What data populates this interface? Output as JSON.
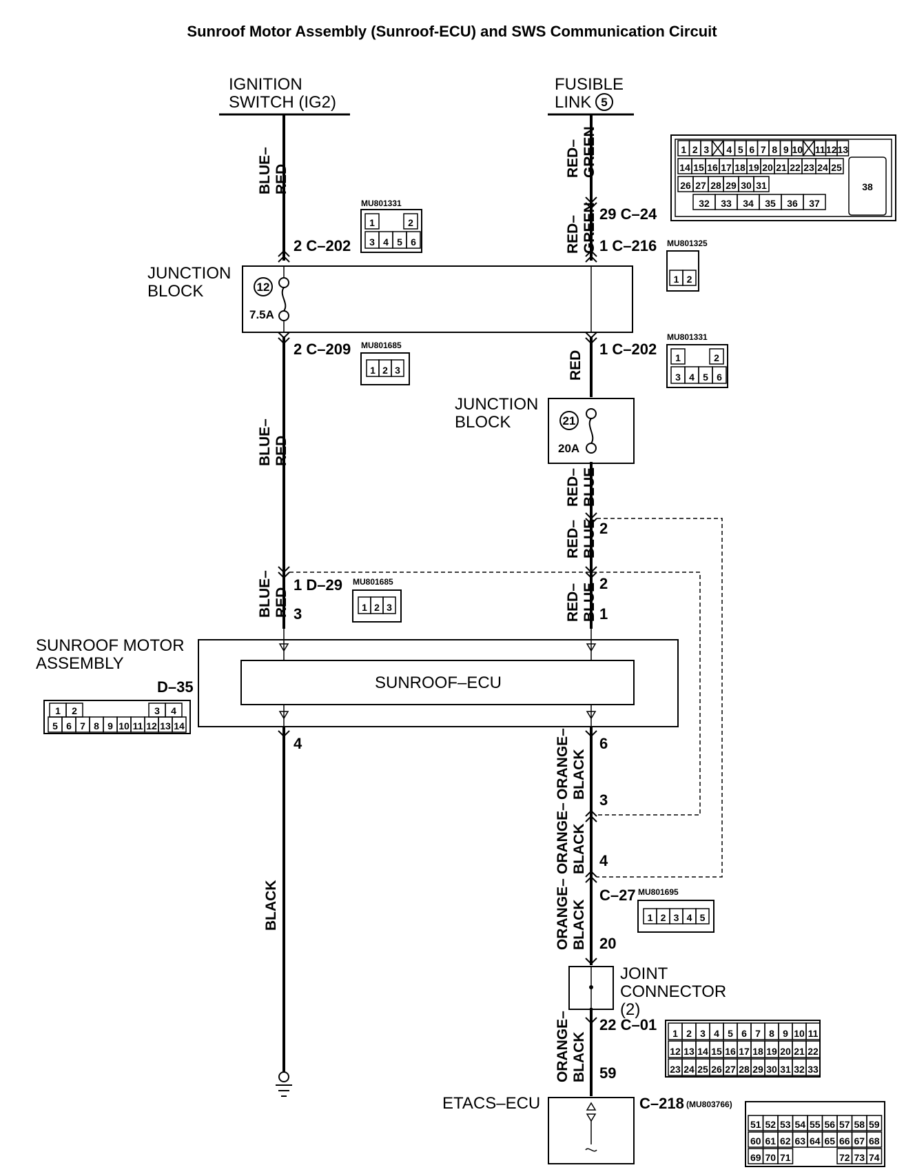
{
  "title": "Sunroof Motor Assembly (Sunroof-ECU) and SWS Communication Circuit",
  "sources": {
    "ignition_line1": "IGNITION",
    "ignition_line2": "SWITCH (IG2)",
    "fusible_line1": "FUSIBLE",
    "fusible_line2": "LINK",
    "fusible_number": "5"
  },
  "junction_block": {
    "line1": "JUNCTION",
    "line2": "BLOCK",
    "fuse12_number": "12",
    "fuse12_rating": "7.5A",
    "fuse21_number": "21",
    "fuse21_rating": "20A"
  },
  "wires": {
    "blue": "BLUE–",
    "red": "RED",
    "red_dash": "RED–",
    "green": "GREEN",
    "blue2": "BLUE",
    "orange": "ORANGE–",
    "black": "BLACK"
  },
  "connectors": {
    "c24": "29  C–24",
    "c202_top_left": "2  C–202",
    "c216": "1  C–216",
    "c209": "2  C–209",
    "c202_right": "1  C–202",
    "d29": "1  D–29",
    "d35": "D–35",
    "c27": "C–27",
    "c01": "22  C–01",
    "c218": "C–218",
    "c218_part": "(MU803766)"
  },
  "pins": {
    "p2a": "2",
    "p2b": "2",
    "p3": "3",
    "p1": "1",
    "p4": "4",
    "p6": "6",
    "p3b": "3",
    "p4b": "4",
    "p20": "20",
    "p59": "59"
  },
  "part_numbers": {
    "c202": "MU801331",
    "c216": "MU801325",
    "c209": "MU801685",
    "c202b": "MU801331",
    "d29": "MU801685",
    "c27": "MU801695"
  },
  "components": {
    "sunroof_motor_line1": "SUNROOF MOTOR",
    "sunroof_motor_line2": "ASSEMBLY",
    "sunroof_ecu": "SUNROOF–ECU",
    "joint_line1": "JOINT",
    "joint_line2": "CONNECTOR",
    "joint_line3": "(2)",
    "etacs": "ETACS–ECU"
  },
  "connector_faces": {
    "c24": {
      "row1": [
        "1",
        "2",
        "3",
        "X",
        "4",
        "5",
        "6",
        "7",
        "8",
        "9",
        "10",
        "X",
        "11",
        "12",
        "13"
      ],
      "row2": [
        "14",
        "15",
        "16",
        "17",
        "18",
        "19",
        "20",
        "21",
        "22",
        "23",
        "24",
        "25"
      ],
      "row3": [
        "26",
        "27",
        "28",
        "29",
        "30",
        "31"
      ],
      "row4": [
        "32",
        "33",
        "34",
        "35",
        "36",
        "37"
      ],
      "big": "38"
    },
    "c202": [
      "1",
      "2",
      "3",
      "4",
      "5",
      "6"
    ],
    "c216": [
      "1",
      "2"
    ],
    "c209": [
      "1",
      "2",
      "3"
    ],
    "d29": [
      "1",
      "2",
      "3"
    ],
    "c27": [
      "1",
      "2",
      "3",
      "4",
      "5"
    ],
    "d35": {
      "row1": [
        "1",
        "2",
        "3",
        "4"
      ],
      "row2": [
        "5",
        "6",
        "7",
        "8",
        "9",
        "10",
        "11",
        "12",
        "13",
        "14"
      ]
    },
    "c01": {
      "row1": [
        "1",
        "2",
        "3",
        "4",
        "5",
        "6",
        "7",
        "8",
        "9",
        "10",
        "11"
      ],
      "row2": [
        "12",
        "13",
        "14",
        "15",
        "16",
        "17",
        "18",
        "19",
        "20",
        "21",
        "22"
      ],
      "row3": [
        "23",
        "24",
        "25",
        "26",
        "27",
        "28",
        "29",
        "30",
        "31",
        "32",
        "33"
      ]
    },
    "c218": {
      "row1": [
        "51",
        "52",
        "53",
        "54",
        "55",
        "56",
        "57",
        "58",
        "59"
      ],
      "row2": [
        "60",
        "61",
        "62",
        "63",
        "64",
        "65",
        "66",
        "67",
        "68"
      ],
      "row3": [
        "69",
        "70",
        "71",
        "72",
        "73",
        "74"
      ]
    }
  }
}
